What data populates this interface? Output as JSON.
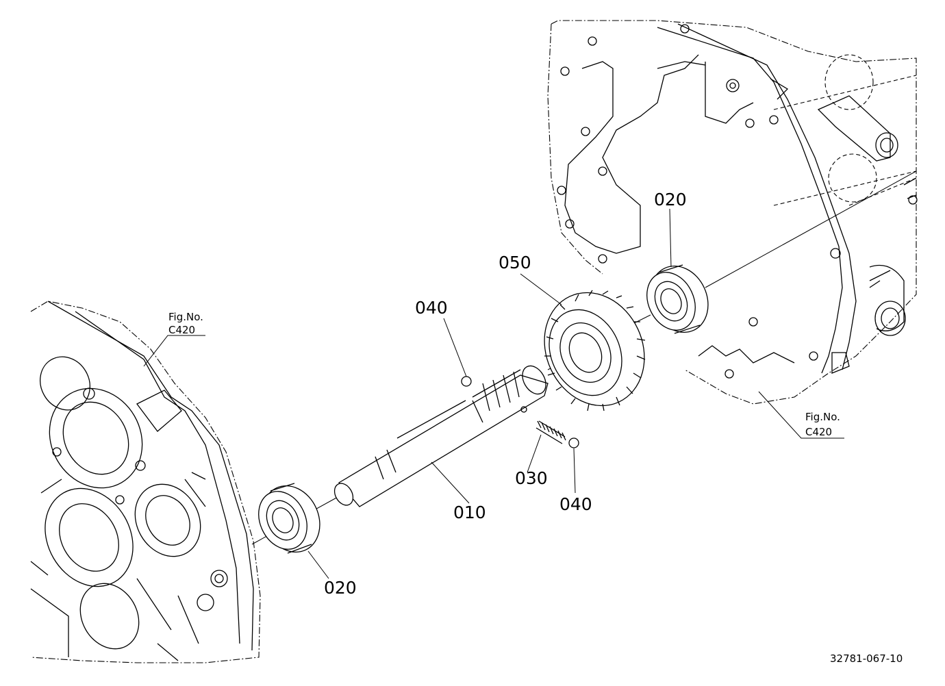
{
  "parts": [
    {
      "id": "p010",
      "number": "010",
      "description_visible": ""
    },
    {
      "id": "p020a",
      "number": "020"
    },
    {
      "id": "p020b",
      "number": "020"
    },
    {
      "id": "p030",
      "number": "030"
    },
    {
      "id": "p040a",
      "number": "040"
    },
    {
      "id": "p040b",
      "number": "040"
    },
    {
      "id": "p050",
      "number": "050"
    }
  ],
  "figure_refs": [
    {
      "line1": "Fig.No.",
      "line2": "C420"
    },
    {
      "line1": "Fig.No.",
      "line2": "C420"
    }
  ],
  "drawing_code": "32781-067-10",
  "colors": {
    "ink": "#000000",
    "paper": "#ffffff"
  }
}
